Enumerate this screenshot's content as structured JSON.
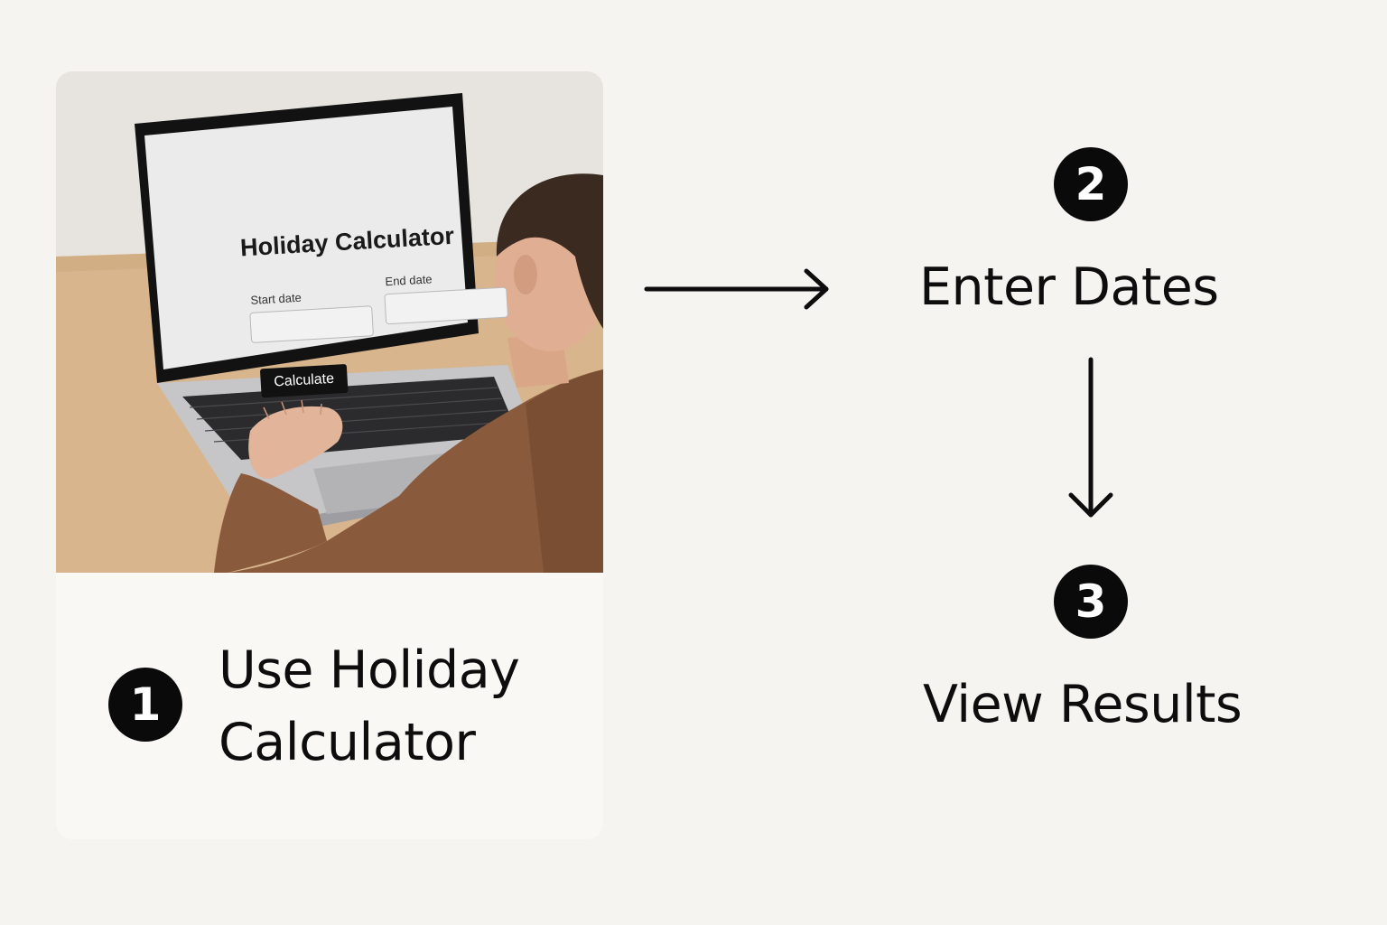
{
  "steps": [
    {
      "number": "1",
      "label_line1": "Use Holiday",
      "label_line2": "Calculator"
    },
    {
      "number": "2",
      "label": "Enter Dates"
    },
    {
      "number": "3",
      "label": "View Results"
    }
  ],
  "photo_screen": {
    "title": "Holiday Calculator",
    "start_label": "Start date",
    "end_label": "End date",
    "button_label": "Calculate"
  },
  "colors": {
    "background": "#f6f4f0",
    "card": "#f9f8f5",
    "badge": "#0a0a0a",
    "text": "#0d0d0d"
  },
  "icons": {
    "flow_right": "arrow-right-icon",
    "flow_down": "arrow-down-icon"
  }
}
